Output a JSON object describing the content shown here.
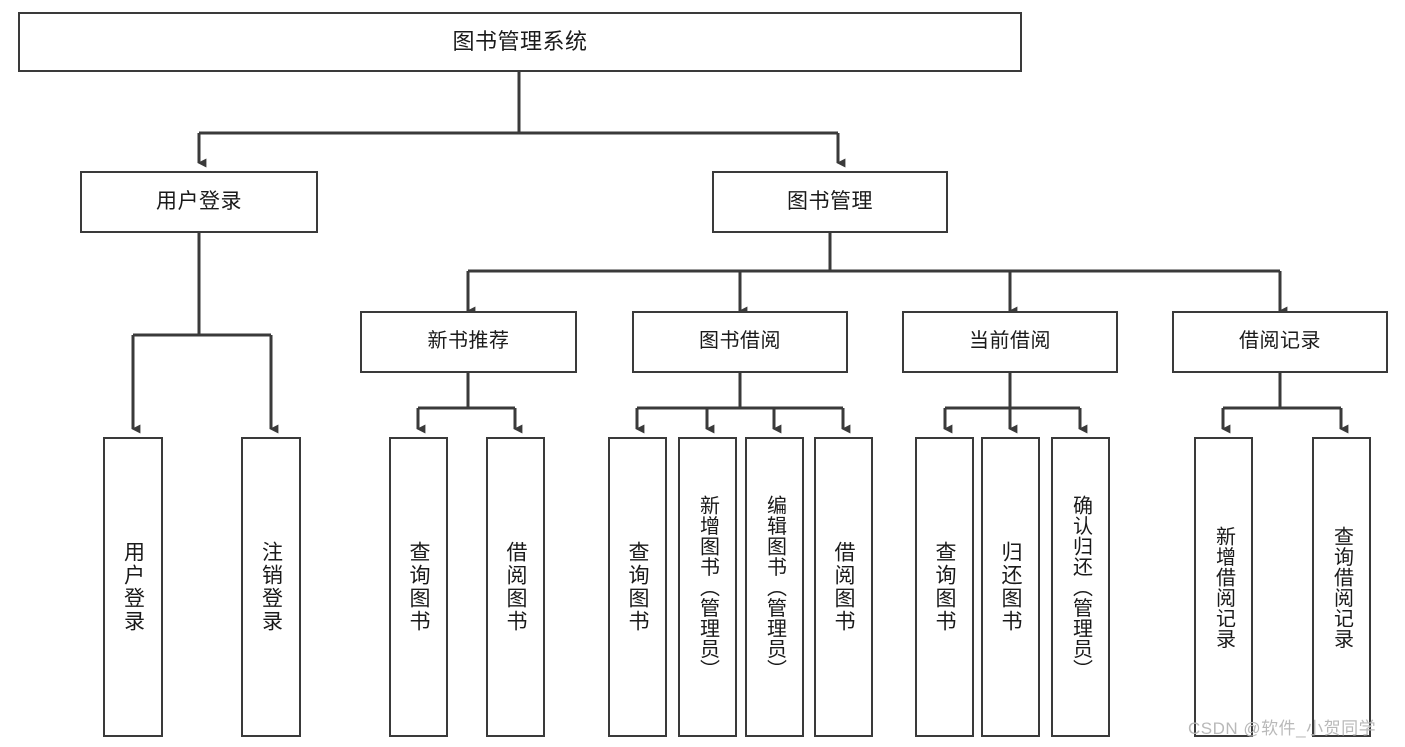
{
  "diagram": {
    "title": "图书管理系统",
    "type": "功能结构图",
    "watermark": "CSDN @软件_小贺同学",
    "colors": {
      "stroke": "#3a3a3a",
      "fill": "#ffffff",
      "text": "#1a1a1a",
      "watermark": "#b9b9b9"
    },
    "root": {
      "label": "图书管理系统"
    },
    "level2": [
      {
        "label": "用户登录"
      },
      {
        "label": "图书管理"
      }
    ],
    "level3": [
      {
        "label": "新书推荐"
      },
      {
        "label": "图书借阅"
      },
      {
        "label": "当前借阅"
      },
      {
        "label": "借阅记录"
      }
    ],
    "leaves": {
      "user_login": [
        {
          "label": "用户登录"
        },
        {
          "label": "注销登录"
        }
      ],
      "new_book": [
        {
          "label": "查询图书"
        },
        {
          "label": "借阅图书"
        }
      ],
      "book_borrow": [
        {
          "label": "查询图书"
        },
        {
          "label": "新增图书（管理员）"
        },
        {
          "label": "编辑图书（管理员）"
        },
        {
          "label": "借阅图书"
        }
      ],
      "current_borrow": [
        {
          "label": "查询图书"
        },
        {
          "label": "归还图书"
        },
        {
          "label": "确认归还（管理员）"
        }
      ],
      "borrow_record": [
        {
          "label": "新增借阅记录"
        },
        {
          "label": "查询借阅记录"
        }
      ]
    }
  }
}
